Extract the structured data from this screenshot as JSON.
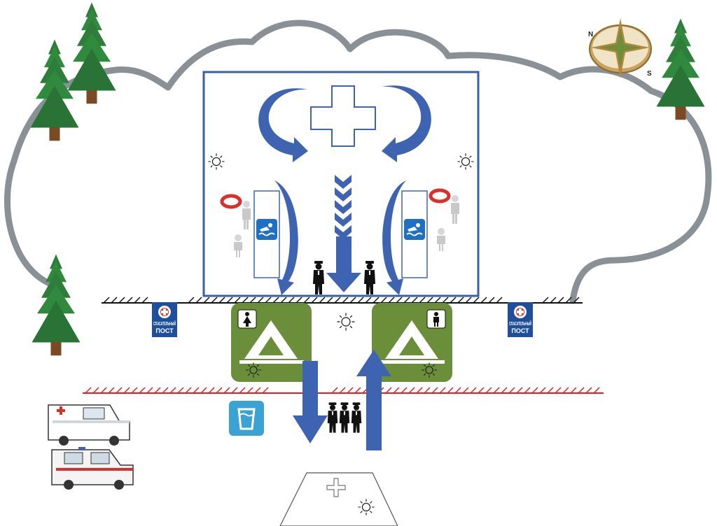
{
  "colors": {
    "water_zone": "#3a5ea8",
    "arrow": "#3e63b0",
    "tent": "#6b8e3a",
    "boundary": "#8a9196",
    "red_line": "#e02020",
    "tree": "#2e7d3a",
    "sign_blue": "#1d4f9c",
    "drink": "#3aa3d4"
  },
  "icons": [
    "tree-icon",
    "compass-icon",
    "cross-icon",
    "sun-icon",
    "lifebuoy-person-icon",
    "swimmer-sign-icon",
    "police-icon",
    "rescue-post-icon",
    "women-icon",
    "men-icon",
    "tent-icon",
    "drinking-water-icon",
    "ambulance-icon"
  ],
  "rescue_posts": [
    {
      "line1": "СПАСАТЕЛЬНЫЙ",
      "line2": "ПОСТ"
    },
    {
      "line1": "СПАСАТЕЛЬНЫЙ",
      "line2": "ПОСТ"
    }
  ],
  "compass": {
    "north": "N",
    "south": "S"
  }
}
